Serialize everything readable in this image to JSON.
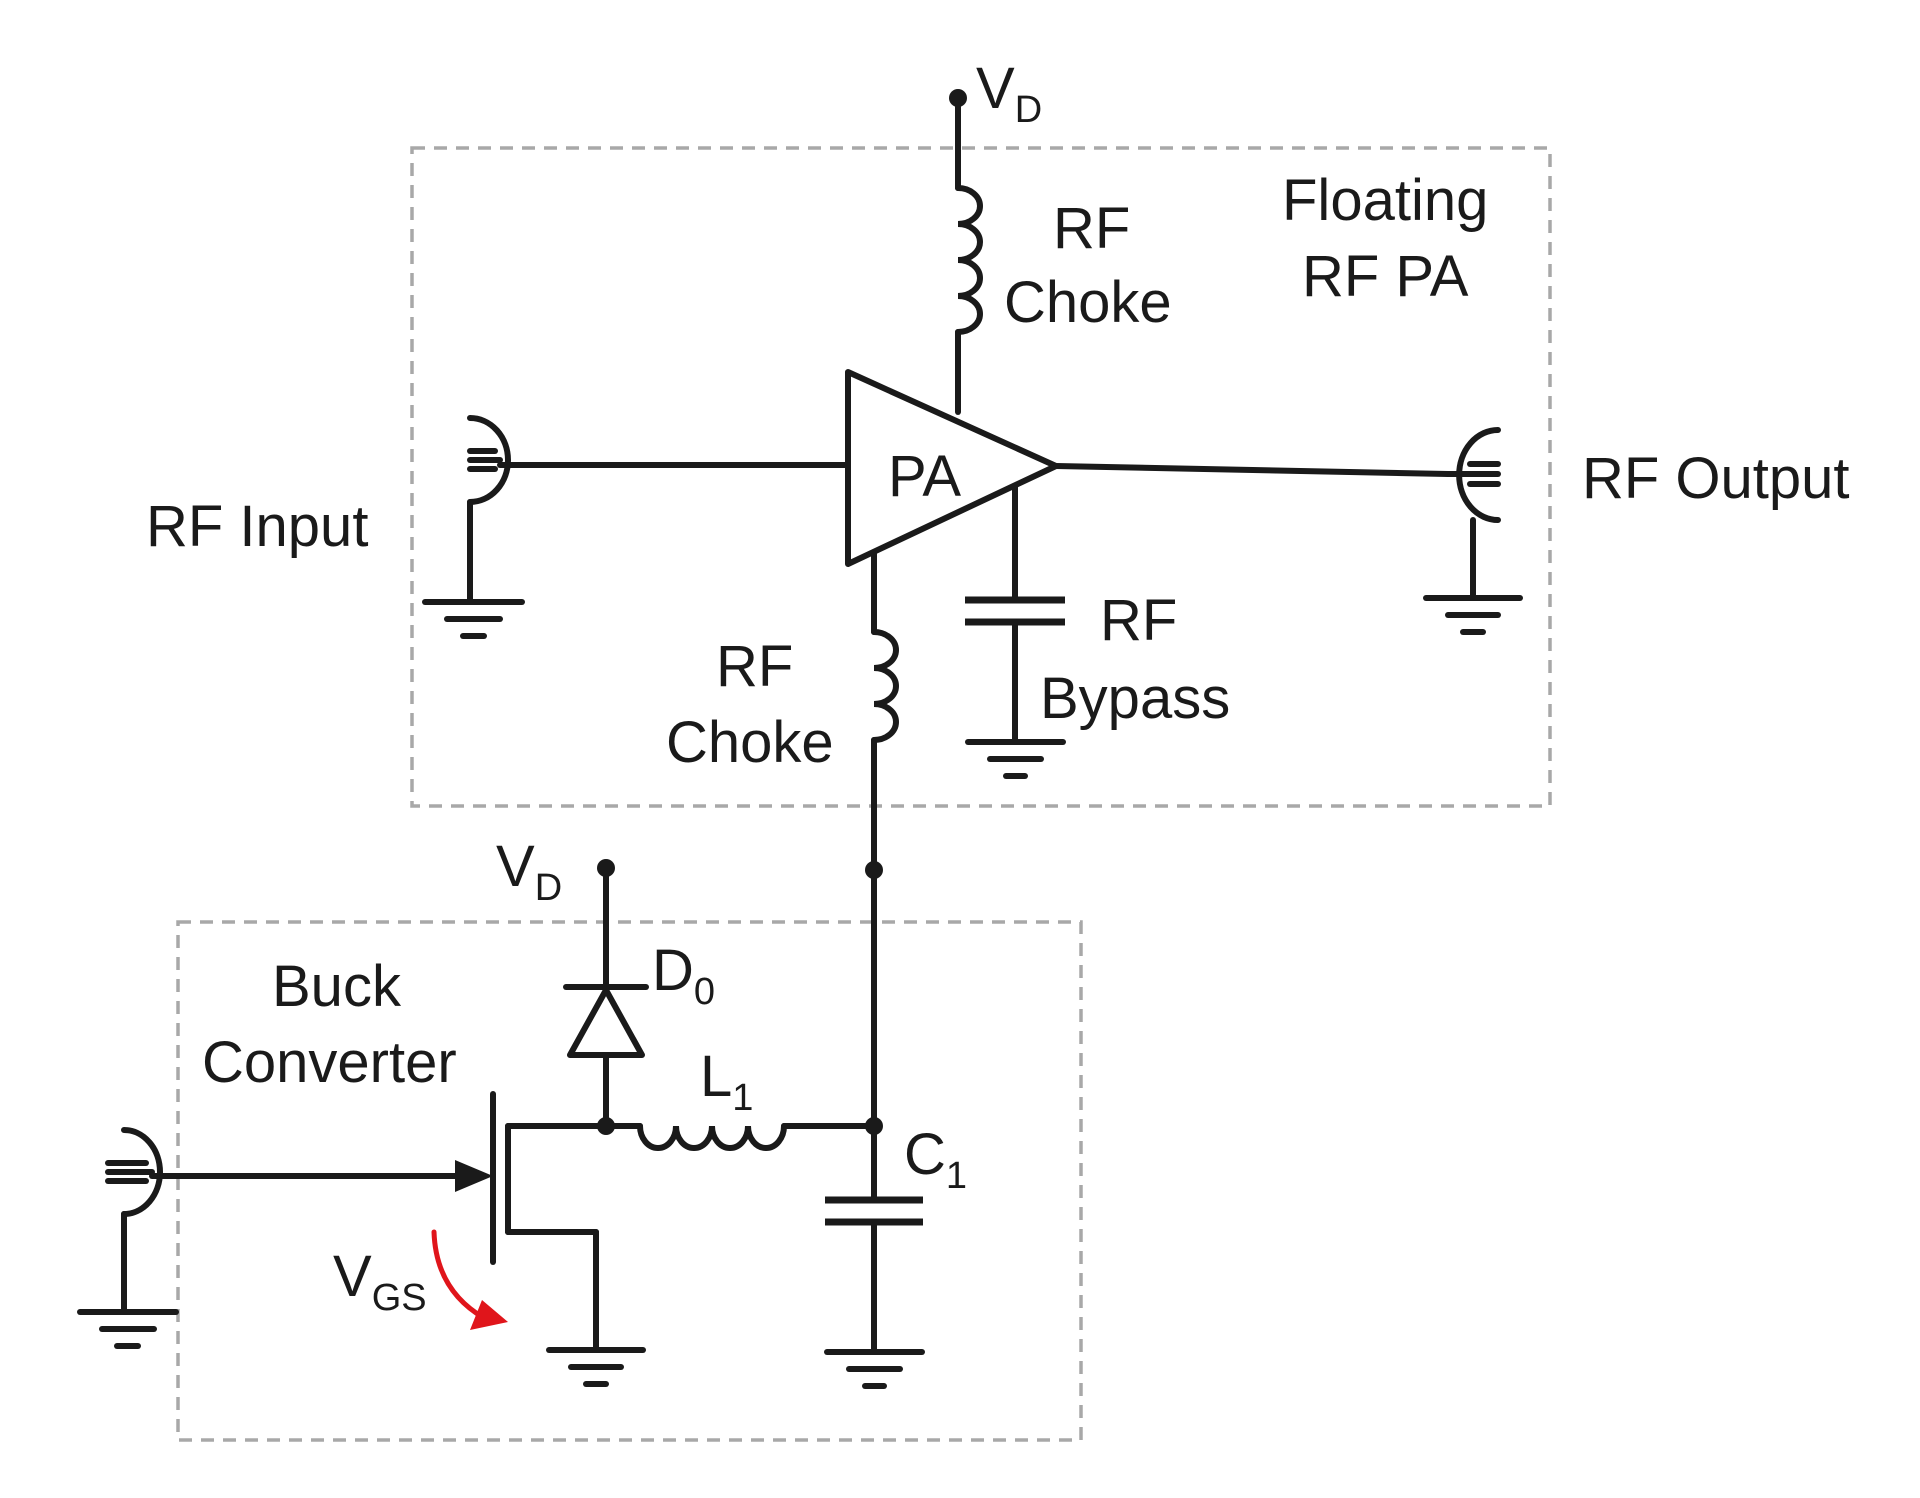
{
  "diagram": {
    "title": "",
    "labels": {
      "vd_top_main": "V",
      "vd_top_sub": "D",
      "rf_choke_top_line1": "RF",
      "rf_choke_top_line2": "Choke",
      "floating_line1": "Floating",
      "floating_line2": "RF PA",
      "pa": "PA",
      "rf_input": "RF Input",
      "rf_output": "RF Output",
      "rf_bypass_line1": "RF",
      "rf_bypass_line2": "Bypass",
      "rf_choke_bottom_line1": "RF",
      "rf_choke_bottom_line2": "Choke",
      "vd_buck_main": "V",
      "vd_buck_sub": "D",
      "d0_main": "D",
      "d0_sub": "0",
      "buck_line1": "Buck",
      "buck_line2": "Converter",
      "l1_main": "L",
      "l1_sub": "1",
      "c1_main": "C",
      "c1_sub": "1",
      "vgs_main": "V",
      "vgs_sub": "GS"
    },
    "colors": {
      "wire": "#1a1a1a",
      "box_border": "#a8a8a8",
      "vgs_arrow": "#e0151b"
    }
  }
}
